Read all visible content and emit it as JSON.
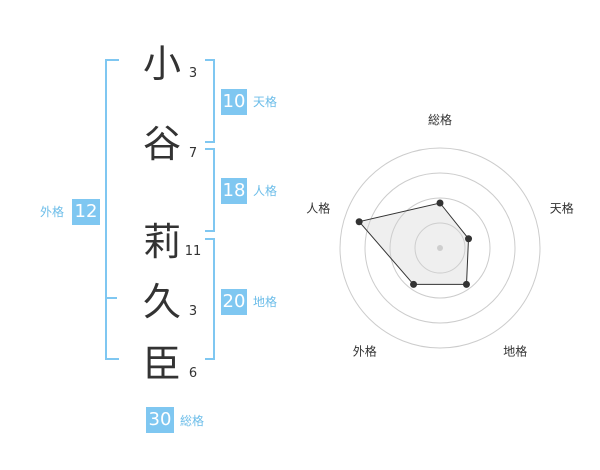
{
  "name": {
    "characters": [
      {
        "char": "小",
        "strokes": "3"
      },
      {
        "char": "谷",
        "strokes": "7"
      },
      {
        "char": "莉",
        "strokes": "11"
      },
      {
        "char": "久",
        "strokes": "3"
      },
      {
        "char": "臣",
        "strokes": "6"
      }
    ]
  },
  "fortune": {
    "tenkaku": {
      "value": "10",
      "label": "天格"
    },
    "jinkaku": {
      "value": "18",
      "label": "人格"
    },
    "chikaku": {
      "value": "20",
      "label": "地格"
    },
    "gaikaku": {
      "value": "12",
      "label": "外格"
    },
    "soukaku": {
      "value": "30",
      "label": "総格"
    }
  },
  "colors": {
    "accent": "#7fc7f1",
    "label": "#6cbde9",
    "text": "#333333",
    "ring": "#cccccc"
  },
  "chart_data": {
    "type": "radar",
    "axes": [
      "総格",
      "天格",
      "地格",
      "外格",
      "人格"
    ],
    "values": [
      0.45,
      0.3,
      0.45,
      0.45,
      0.85
    ],
    "max": 1,
    "rings": 4
  }
}
